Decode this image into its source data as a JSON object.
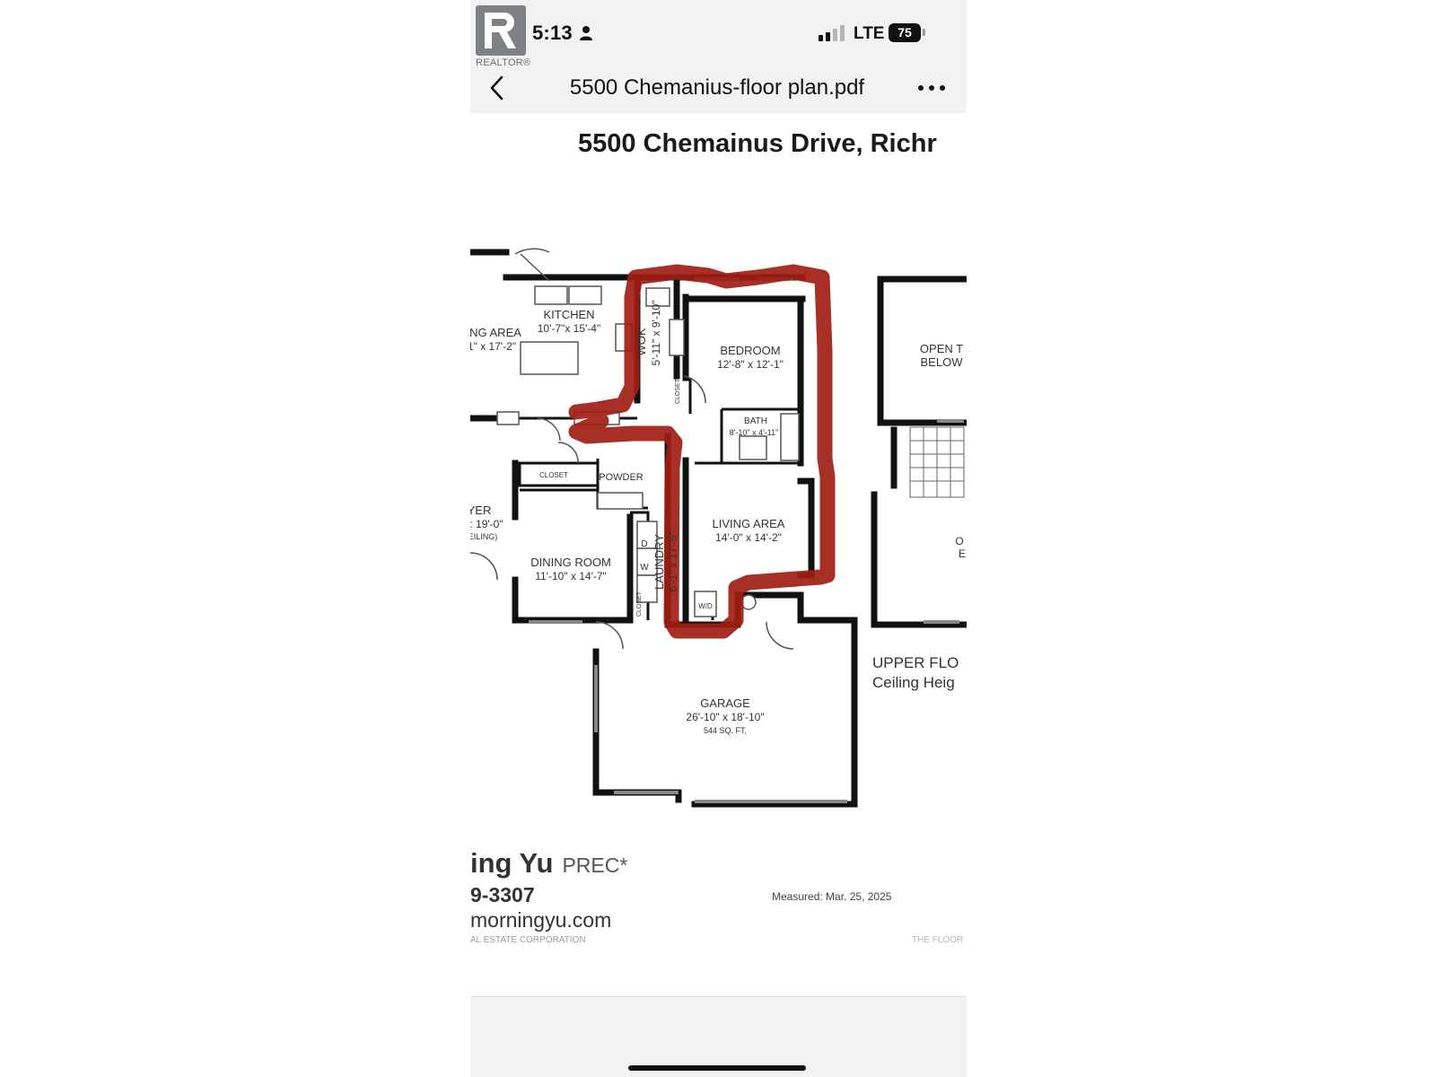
{
  "status_bar": {
    "time": "5:13",
    "network": "LTE",
    "battery": "75"
  },
  "logo": {
    "wordmark": "REALTOR®"
  },
  "nav": {
    "title": "5500 Chemanius-floor plan.pdf"
  },
  "document": {
    "address": "5500 Chemainus Drive, Richr",
    "rooms": {
      "kitchen_name": "KITCHEN",
      "kitchen_size": "10'-7\"x 15'-4\"",
      "eating_name": "NG AREA",
      "eating_size": "1\" x 17'-2\"",
      "wok_name": "WOK",
      "wok_size": "5'-11\" x 9'-10\"",
      "bedroom_name": "BEDROOM",
      "bedroom_size": "12'-8\" x 12'-1\"",
      "open_below_1": "OPEN T",
      "open_below_2": "BELOW",
      "closet_small": "CLOSET",
      "bath_name": "BATH",
      "bath_size": "8'-10\" x 4'-11\"",
      "closet_label": "CLOSET",
      "powder_name": "POWDER",
      "foyer_name": "YER",
      "foyer_size": ": 19'-0\"",
      "foyer_note": "EILING)",
      "laundry_name": "LAUNDRY",
      "laundry_size": "6'-1\" x 17'-5\"",
      "living_name": "LIVING AREA",
      "living_size": "14'-0\"  x 14'-2\"",
      "dining_name": "DINING ROOM",
      "dining_size": "11'-10\"  x 14'-7\"",
      "closet_vertical": "CLOSET",
      "appliance_d": "D",
      "appliance_w": "W",
      "appliance_wd": "W/D",
      "other_o": "O",
      "other_e": "E",
      "garage_name": "GARAGE",
      "garage_size": "26'-10\" x 18'-10\"",
      "garage_area": "544 SQ. FT.",
      "upper_floor_1": "UPPER FLO",
      "upper_floor_2": "Ceiling Heig"
    },
    "agent": {
      "name": "ing Yu",
      "designation": "PREC*",
      "phone": "9-3307",
      "website": "morningyu.com",
      "corporation": "AL ESTATE CORPORATION"
    },
    "measured": "Measured: Mar. 25, 2025",
    "credit": "THE FLOOR",
    "highlight_color": "#a11d14"
  }
}
